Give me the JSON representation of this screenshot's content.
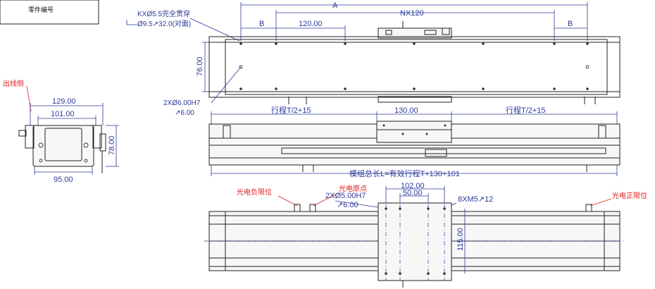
{
  "title_block": {
    "text": "零件编号"
  },
  "dimensions": {
    "A": "A",
    "NX120": "NX120",
    "B_left": "B",
    "B_right": "B",
    "pitch": "120.00",
    "height": "76.00",
    "side_width_outer": "129.00",
    "side_width_inner": "101.00",
    "side_base": "95.00",
    "side_height": "78.00",
    "carriage_len": "130.00",
    "stroke_left": "行程T/2+15",
    "stroke_right": "行程T/2+15",
    "total_length": "模组总长L=有效行程T+130+101",
    "carriage_102": "102.00",
    "carriage_50": "50.00",
    "carriage_115": "115.00"
  },
  "notes": {
    "kx_holes_line1": "KXØ5.5完全贯穿",
    "kx_holes_line2": "Ø9.5↗32.0(对面)",
    "pin_holes_line1": "2XØ6.00H7",
    "pin_holes_line2": "↗6.00",
    "carriage_pin_line1": "2XØ5.00H7",
    "carriage_pin_line2": "↗6.00",
    "carriage_thread": "8XM5↗12"
  },
  "labels": {
    "cable_side": "出线侧",
    "neg_limit": "光电负限位",
    "origin": "光电原点",
    "pos_limit": "光电正限位"
  },
  "colors": {
    "dimension": "#2b3a9a",
    "limit_label": "#e02020",
    "body": "#222222"
  }
}
